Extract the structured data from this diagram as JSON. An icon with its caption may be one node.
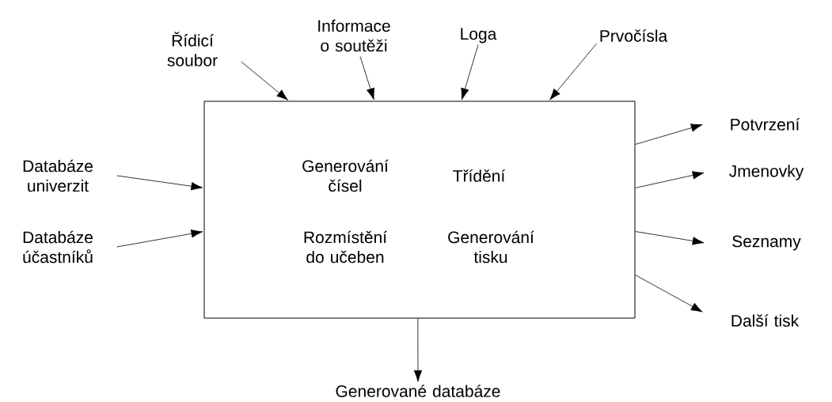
{
  "diagram": {
    "nodes": [
      {
        "text": [
          "Generování čísel",
          "Třídění",
          "Rozmístění do učeben",
          "Generování tisku"
        ]
      },
      {
        "text": [
          "Řídicí soubor"
        ]
      },
      {
        "text": [
          "Informace o soutěži"
        ]
      },
      {
        "text": [
          "Loga"
        ]
      },
      {
        "text": [
          "Prvočísla"
        ]
      },
      {
        "text": [
          "Databáze univerzit"
        ]
      },
      {
        "text": [
          "Databáze účastníků"
        ]
      },
      {
        "text": [
          "Potvrzení"
        ]
      },
      {
        "text": [
          "Jmenovky"
        ]
      },
      {
        "text": [
          "Seznamy"
        ]
      },
      {
        "text": [
          "Další tisk"
        ]
      },
      {
        "text": [
          "Generované databáze"
        ]
      }
    ],
    "edges": [
      {
        "from": 1,
        "to": 0,
        "arrow": "to"
      },
      {
        "from": 2,
        "to": 0,
        "arrow": "to"
      },
      {
        "from": 3,
        "to": 0,
        "arrow": "to"
      },
      {
        "from": 4,
        "to": 0,
        "arrow": "to"
      },
      {
        "from": 5,
        "to": 0,
        "arrow": "to"
      },
      {
        "from": 6,
        "to": 0,
        "arrow": "to"
      },
      {
        "from": 0,
        "to": 7,
        "arrow": "to"
      },
      {
        "from": 0,
        "to": 8,
        "arrow": "to"
      },
      {
        "from": 0,
        "to": 9,
        "arrow": "to"
      },
      {
        "from": 0,
        "to": 10,
        "arrow": "to"
      },
      {
        "from": 0,
        "to": 11,
        "arrow": "to"
      }
    ]
  }
}
